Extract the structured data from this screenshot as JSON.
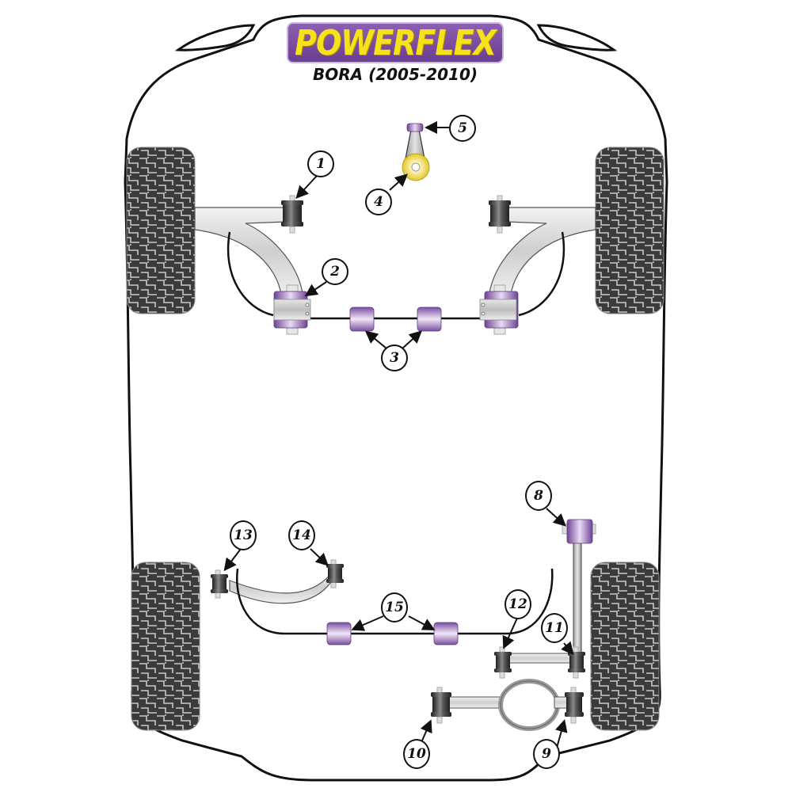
{
  "header": {
    "brand": "POWERFLEX",
    "model": "BORA (2005-2010)"
  },
  "colors": {
    "brand_yellow": "#f5e21b",
    "brand_purple": "#6a3d92",
    "bush_purple": "#8e63b5",
    "bush_black": "#3a3a3a",
    "tyre": "#3b3b3b",
    "arm_grey": "#d9d9d9",
    "outline": "#111111"
  },
  "diagram": {
    "view": "underside of vehicle, front at top",
    "callouts": [
      {
        "id": "1",
        "label": "1",
        "part": "front wishbone front bush",
        "color": "black"
      },
      {
        "id": "2",
        "label": "2",
        "part": "front wishbone rear bush",
        "color": "purple"
      },
      {
        "id": "3",
        "label": "3",
        "part": "front anti roll bar bushes",
        "color": "purple"
      },
      {
        "id": "4",
        "label": "4",
        "part": "lower engine mount large bush",
        "color": "yellow"
      },
      {
        "id": "5",
        "label": "5",
        "part": "lower engine mount small bush",
        "color": "purple"
      },
      {
        "id": "8",
        "label": "8",
        "part": "rear upper shock mount bush",
        "color": "purple"
      },
      {
        "id": "9",
        "label": "9",
        "part": "rear trailing arm outer bush",
        "color": "black"
      },
      {
        "id": "10",
        "label": "10",
        "part": "rear trailing arm inner bush",
        "color": "black"
      },
      {
        "id": "11",
        "label": "11",
        "part": "rear lower arm outer bush",
        "color": "black"
      },
      {
        "id": "12",
        "label": "12",
        "part": "rear lower arm inner bush",
        "color": "black"
      },
      {
        "id": "13",
        "label": "13",
        "part": "rear upper arm inner bush",
        "color": "black"
      },
      {
        "id": "14",
        "label": "14",
        "part": "rear upper arm outer bush",
        "color": "black"
      },
      {
        "id": "15",
        "label": "15",
        "part": "rear anti roll bar bushes",
        "color": "purple"
      }
    ]
  }
}
